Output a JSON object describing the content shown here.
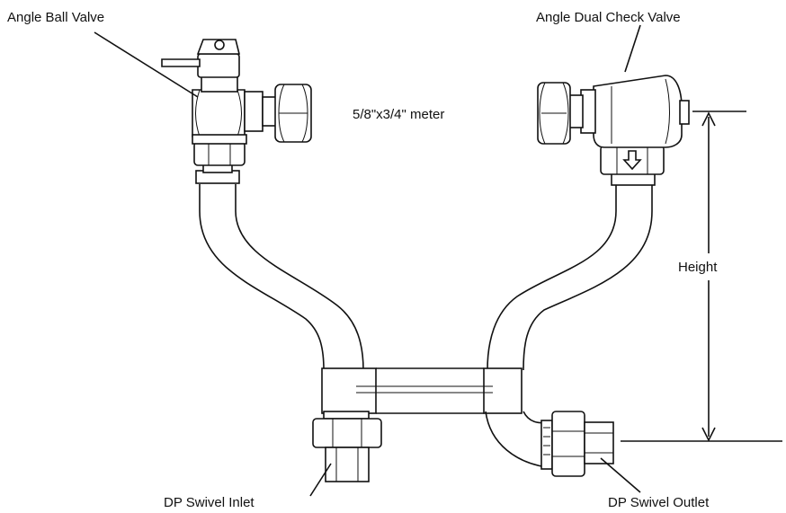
{
  "labels": {
    "angle_ball_valve": "Angle Ball Valve",
    "angle_dual_check_valve": "Angle Dual Check Valve",
    "meter": "5/8\"x3/4\" meter",
    "height": "Height",
    "dp_swivel_inlet": "DP Swivel Inlet",
    "dp_swivel_outlet": "DP Swivel Outlet"
  },
  "colors": {
    "line": "#111111",
    "background": "#ffffff"
  }
}
